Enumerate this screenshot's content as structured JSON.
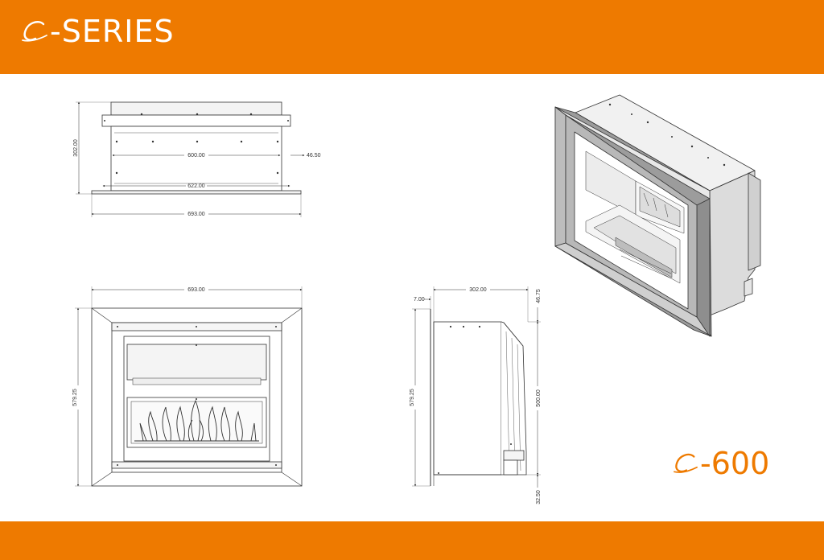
{
  "brand": {
    "prefix_icon": "c-swoosh-logo",
    "series": "-SERIES"
  },
  "model": {
    "prefix_icon": "c-swoosh-logo",
    "number": "-600"
  },
  "colors": {
    "band": "#ee7a00",
    "line": "#333333",
    "page": "#ffffff"
  },
  "top_view": {
    "depth": "302.00",
    "inner_width": "600.00",
    "frame_width": "622.00",
    "overall_width": "693.00",
    "side_offset": "46.50"
  },
  "front_view": {
    "overall_width": "693.00",
    "overall_height": "579.25"
  },
  "side_view": {
    "depth": "302.00",
    "front_offset": "7.00",
    "top_offset": "46.75",
    "overall_height": "579.25",
    "body_height": "500.00",
    "bottom_offset": "32.50"
  }
}
